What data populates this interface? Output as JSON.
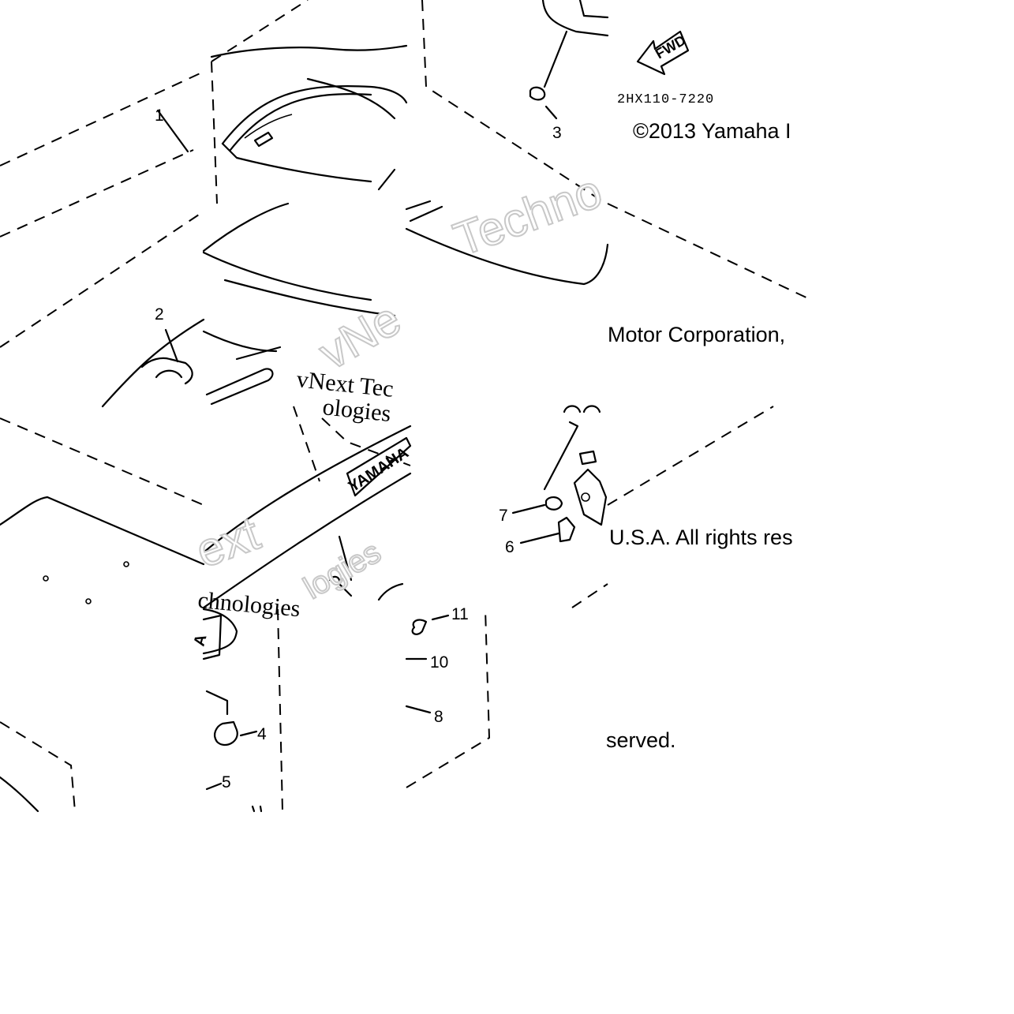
{
  "diagram": {
    "part_code": "2HX110-7220",
    "copyright": {
      "line1": "©2013 Yamaha I",
      "line2": "Motor Corporation,",
      "line3": "U.S.A. All rights res",
      "line4": "served."
    },
    "fwd_label": "FWD",
    "brand_badge": "YAMAHA",
    "brand_badge_partial": "A",
    "watermark": {
      "a": "vNext Tec",
      "b": "ologies",
      "c": "Techno",
      "d": "vNe",
      "e": "ext",
      "f": "chnologies",
      "g": "logies"
    },
    "callouts": [
      "1",
      "2",
      "3",
      "4",
      "5",
      "6",
      "7",
      "8",
      "10",
      "11"
    ]
  }
}
